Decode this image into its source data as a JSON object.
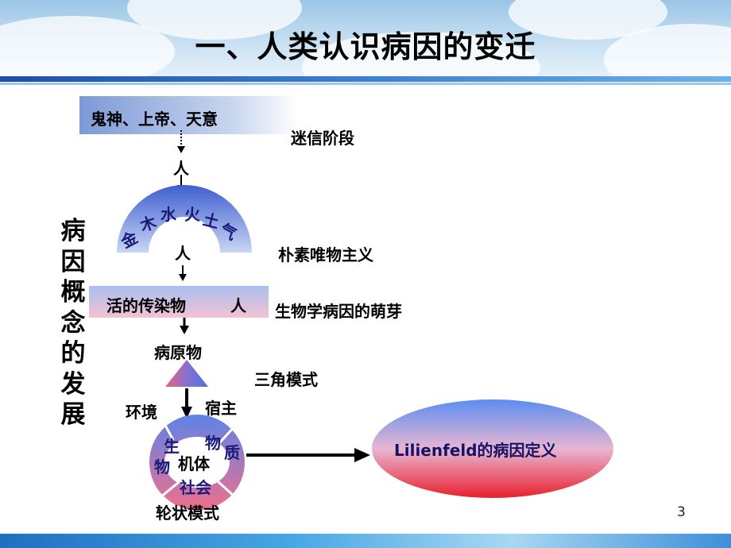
{
  "title": "一、人类认识病因的变迁",
  "page_number": "3",
  "side_label": "病因概念的发展",
  "stages": {
    "supernatural": "鬼神、上帝、天意",
    "superstition": "迷信阶段",
    "person1": "人",
    "elements": [
      "金",
      "木",
      "水",
      "火",
      "土",
      "气"
    ],
    "person2": "人",
    "naive_materialism": "朴素唯物主义",
    "contagion": "活的传染物",
    "contagion_person": "人",
    "biological": "生物学病因的萌芽",
    "pathogen": "病原物",
    "triangle_model": "三角模式",
    "environment": "环境",
    "host": "宿主",
    "wheel": {
      "bio_1": "生",
      "bio_2": "物",
      "phys_1": "物",
      "phys_2": "质",
      "organism": "机体",
      "society": "社会"
    },
    "wheel_model": "轮状模式",
    "lilienfeld": "Lilienfeld的病因定义"
  },
  "colors": {
    "gradient_blue": "#7a9ce6",
    "gradient_pink": "#f4c6d6",
    "ellipse_top": "#5b8df0",
    "ellipse_bottom": "#e8202e"
  }
}
